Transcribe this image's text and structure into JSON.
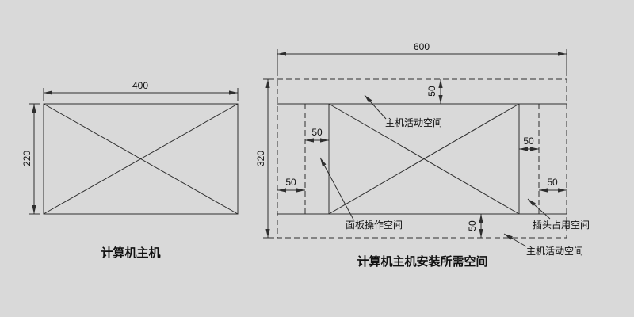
{
  "diagram": {
    "colors": {
      "background": "#d9d9d9",
      "line": "#2e2e2e",
      "text": "#111111"
    },
    "left": {
      "caption": "计算机主机",
      "dims": {
        "width": "400",
        "height": "220"
      }
    },
    "right": {
      "caption": "计算机主机安装所需空间",
      "dims": {
        "width": "600",
        "height": "320",
        "top_clearance": "50",
        "left_inner_clearance": "50",
        "left_outer_clearance": "50",
        "right_inner_clearance": "50",
        "right_outer_clearance": "50",
        "bottom_clearance": "50"
      },
      "labels": {
        "top": "主机活动空间",
        "panel": "面板操作空间",
        "plug": "插头占用空间",
        "bottom": "主机活动空间"
      }
    }
  }
}
